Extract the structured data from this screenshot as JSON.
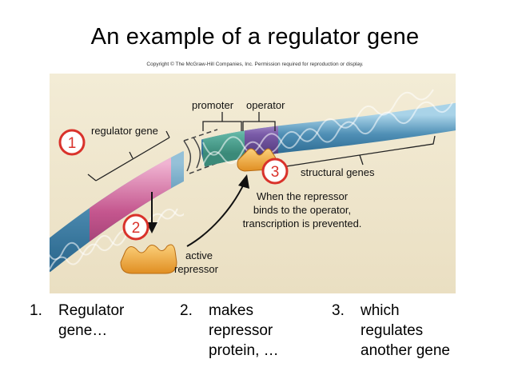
{
  "slide": {
    "title": "An example of a regulator gene",
    "copyright": "Copyright © The McGraw-Hill Companies, Inc. Permission required for reproduction or display."
  },
  "figure": {
    "labels": {
      "regulator_gene": "regulator gene",
      "promoter": "promoter",
      "operator": "operator",
      "structural_genes": "structural genes",
      "note_line1": "When the repressor",
      "note_line2": "binds to the operator,",
      "note_line3": "transcription is prevented.",
      "active": "active",
      "repressor": "repressor"
    },
    "markers": [
      "1",
      "2",
      "3"
    ],
    "colors": {
      "background": "#efe6cc",
      "dna_blue": "#4f8fb5",
      "regulator_pink": "#c4568e",
      "promoter_teal": "#5fb3a2",
      "operator_purple": "#7a5ba8",
      "repressor_orange": "#f2a83a",
      "marker_red": "#d9322b"
    }
  },
  "captions": [
    {
      "number": "1.",
      "text": "Regulator\ngene…"
    },
    {
      "number": "2.",
      "text": "makes\nrepressor\nprotein, …"
    },
    {
      "number": "3.",
      "text": "which\nregulates\nanother gene"
    }
  ]
}
